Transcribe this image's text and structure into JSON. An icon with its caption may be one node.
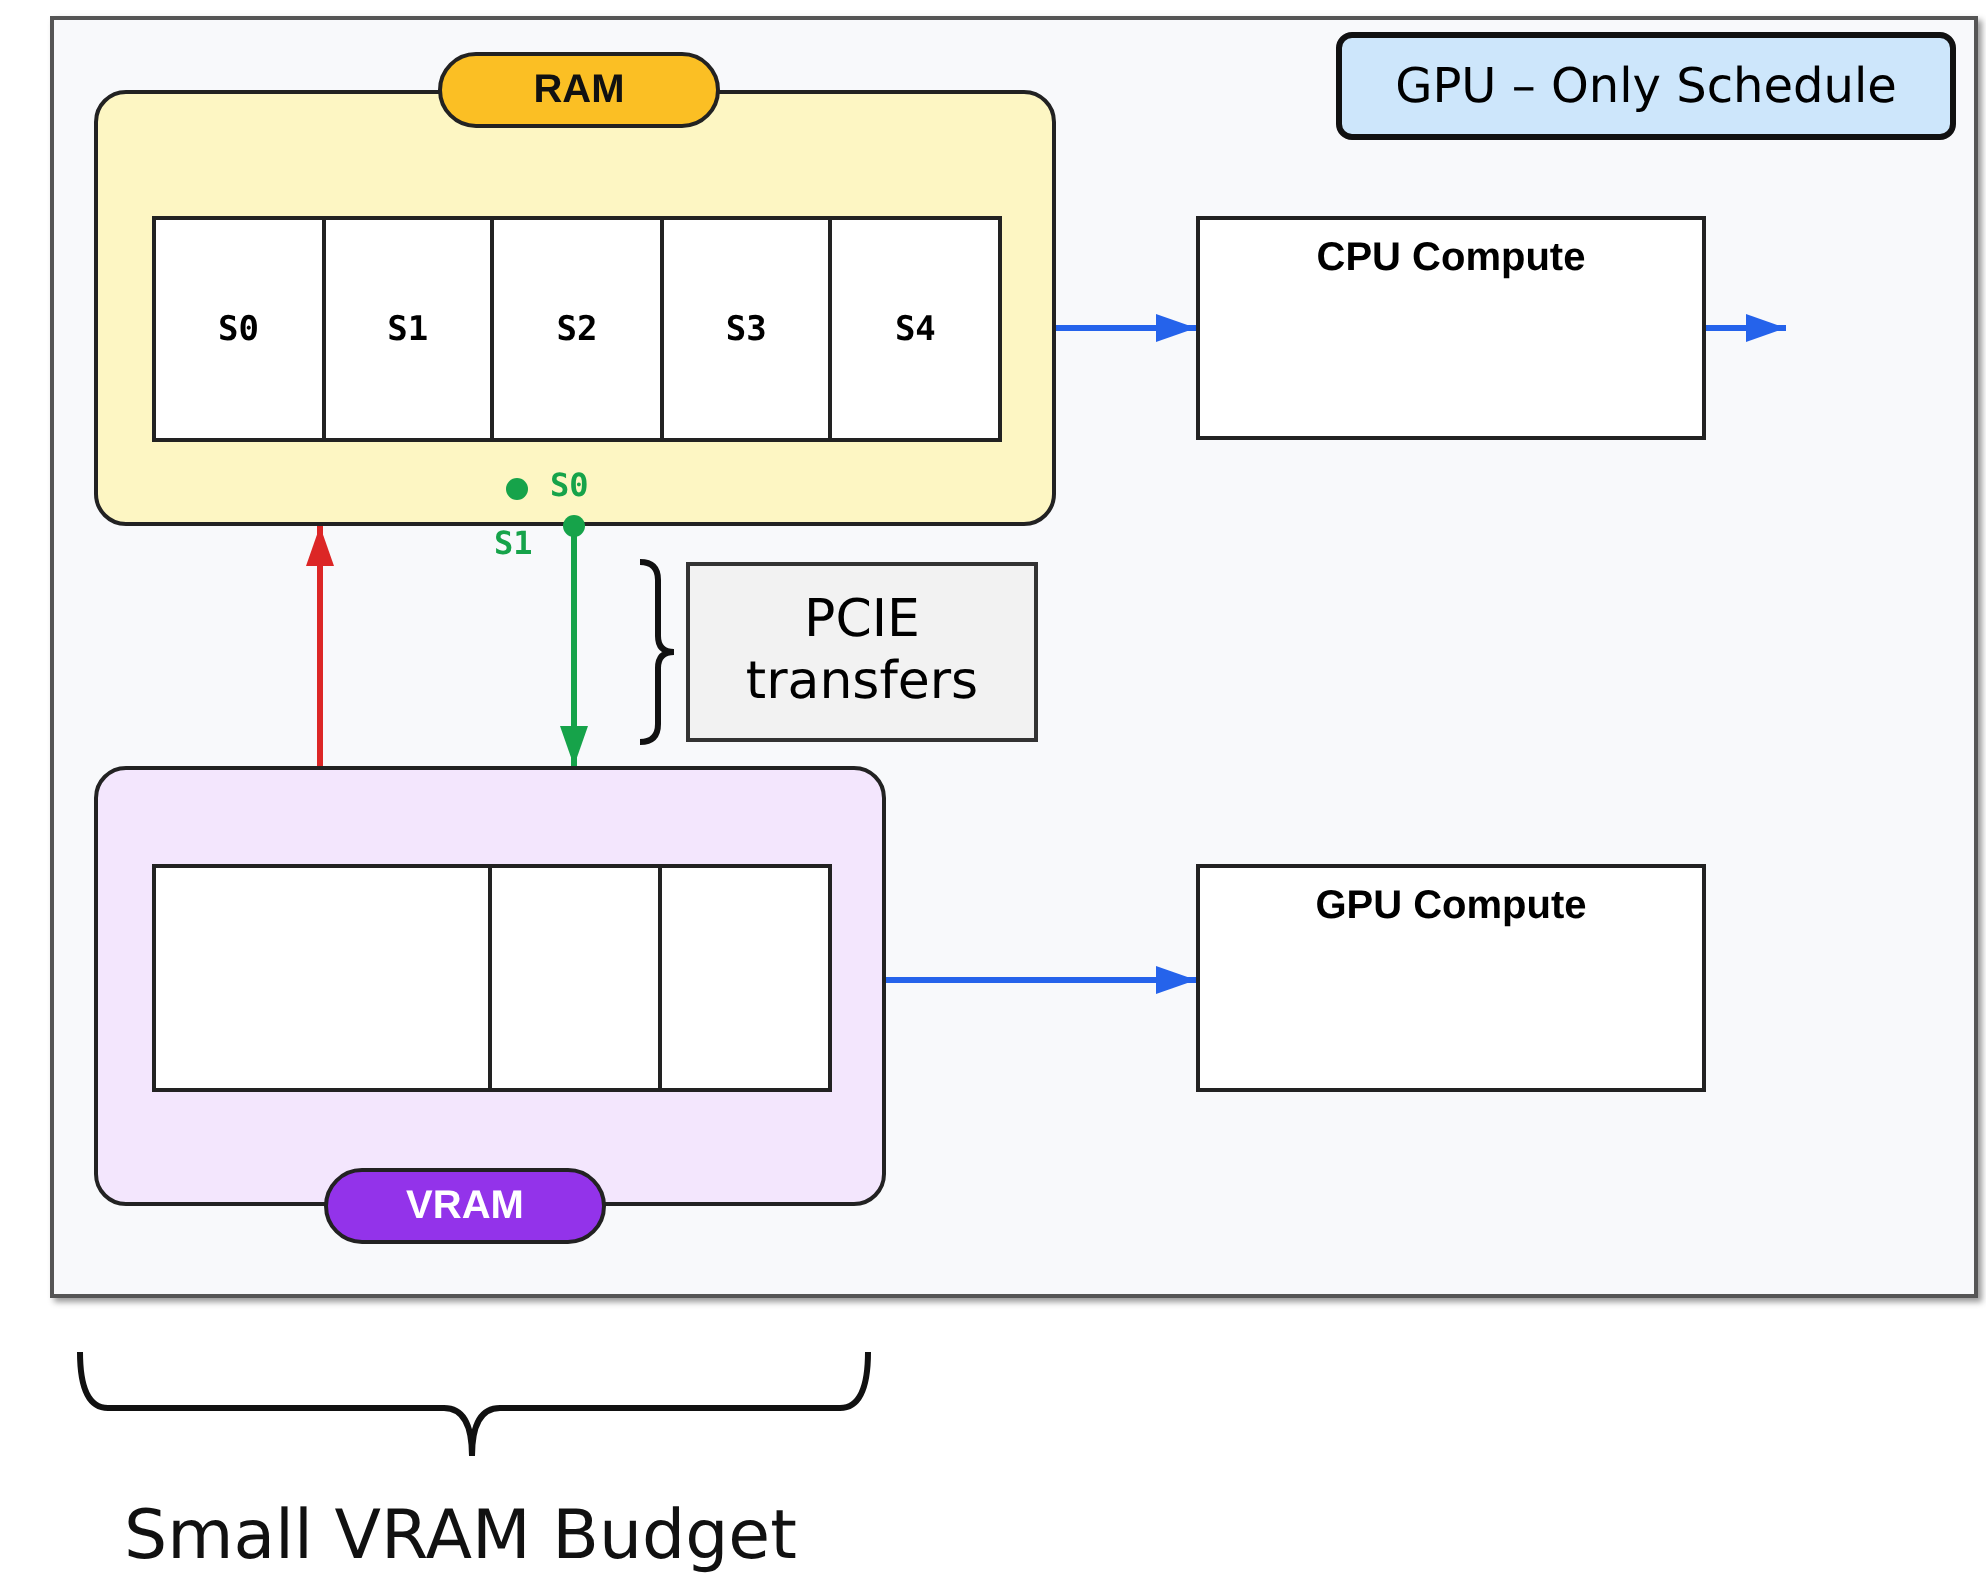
{
  "diagram": {
    "nodes": [
      {
        "text": [
          "GPU – Only Schedule"
        ]
      },
      {
        "text": [
          "RAM"
        ]
      },
      {
        "text": [
          "S0"
        ],
        "in": 1
      },
      {
        "text": [
          "S1"
        ],
        "in": 1
      },
      {
        "text": [
          "S2"
        ],
        "in": 1
      },
      {
        "text": [
          "S3"
        ],
        "in": 1
      },
      {
        "text": [
          "S4"
        ],
        "in": 1
      },
      {
        "text": [
          "CPU Compute"
        ]
      },
      {
        "text": [
          "PCIE transfers"
        ]
      },
      {
        "text": [
          "VRAM"
        ]
      },
      {
        "text": [],
        "shape": "box",
        "in": 9
      },
      {
        "text": [],
        "shape": "box",
        "in": 9
      },
      {
        "text": [],
        "shape": "box",
        "in": 9
      },
      {
        "text": [
          "GPU Compute"
        ]
      }
    ],
    "edges": [
      {
        "from": 1,
        "to": 7,
        "arrow": "to"
      },
      {
        "from": 7,
        "to": null,
        "arrow": "to"
      },
      {
        "from": 9,
        "to": 1,
        "arrow": "to",
        "color": "#dc2626"
      },
      {
        "from": 1,
        "to": 9,
        "arrow": "to",
        "color": "#16a34a"
      },
      {
        "from": 9,
        "to": 13,
        "arrow": "to"
      }
    ],
    "labels": [
      "S0",
      "S1",
      "Small VRAM Budget"
    ]
  }
}
